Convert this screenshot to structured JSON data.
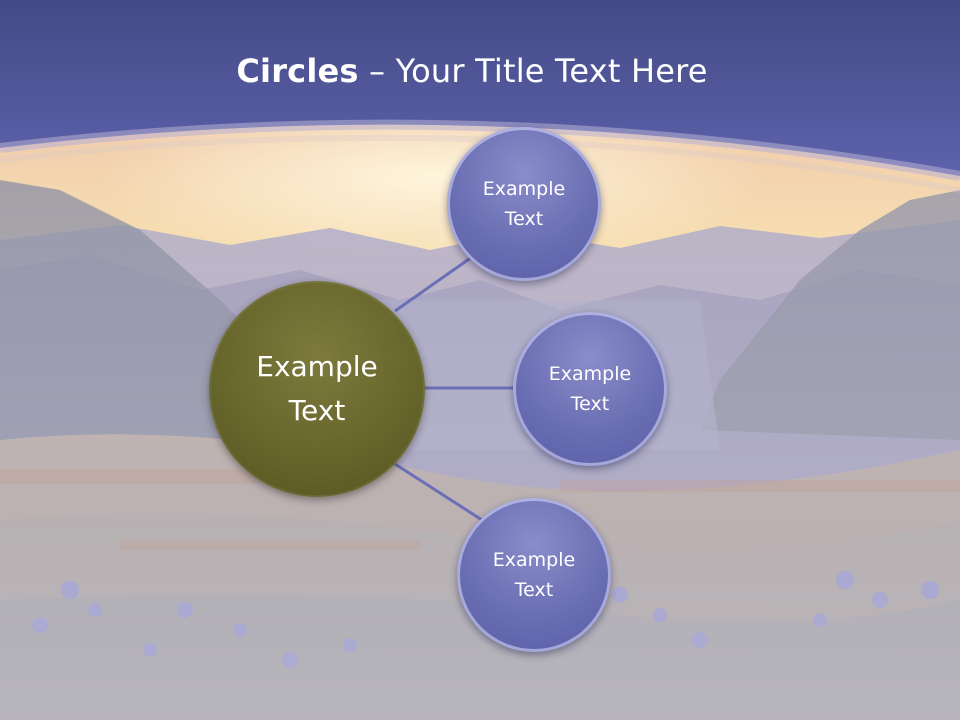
{
  "title": {
    "bold": "Circles",
    "rest": " – Your Title Text Here"
  },
  "diagram": {
    "center": {
      "label": "Example\nText",
      "color": "#67662c"
    },
    "satellites": [
      {
        "label": "Example\nText",
        "color": "#6a6eb3"
      },
      {
        "label": "Example\nText",
        "color": "#6a6eb3"
      },
      {
        "label": "Example\nText",
        "color": "#6a6eb3"
      }
    ],
    "connector_color": "#6b6fb5"
  },
  "theme": {
    "header_color": "#5a5ea8",
    "sky_color": "#f6d9a8",
    "meadow_color": "#a9a2ac"
  }
}
